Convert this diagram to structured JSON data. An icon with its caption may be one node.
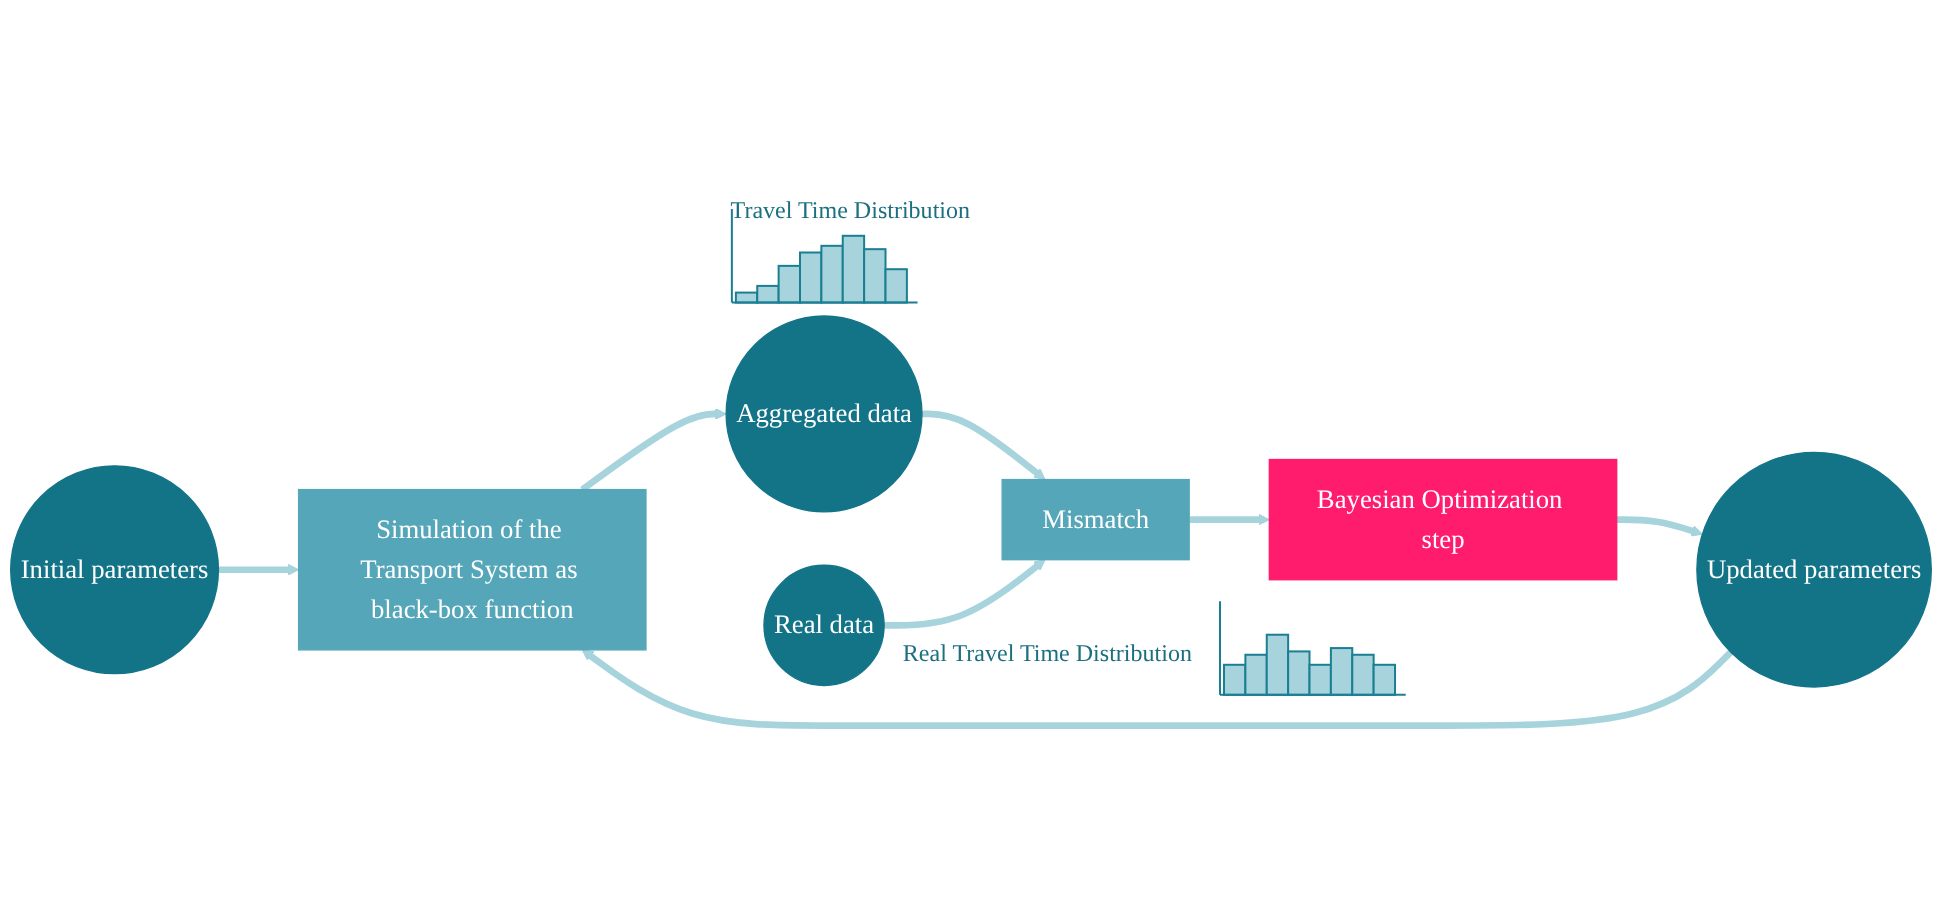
{
  "diagram": {
    "nodes": [
      {
        "text": [
          "Initial parameters"
        ]
      },
      {
        "text": [
          "Simulation of the Transport System as black-box function"
        ]
      },
      {
        "text": [
          "Aggregated data"
        ],
        "beside": [
          "Travel Time Distribution"
        ]
      },
      {
        "text": [
          "Updated parameters"
        ]
      },
      {
        "text": [
          "Bayesian Optimization step"
        ]
      },
      {
        "text": [
          "Mismatch"
        ]
      },
      {
        "text": [
          "Real data"
        ],
        "beside": [
          "Real Travel Time Distribution"
        ]
      }
    ],
    "edges": [
      {
        "from": 0,
        "to": 1,
        "arrow": "to"
      },
      {
        "from": 3,
        "to": 1,
        "arrow": "to"
      },
      {
        "from": 1,
        "to": 2,
        "arrow": "to"
      },
      {
        "from": 2,
        "to": 5,
        "arrow": "to"
      },
      {
        "from": 6,
        "to": 5,
        "arrow": "to"
      },
      {
        "from": 5,
        "to": 4,
        "arrow": "to"
      },
      {
        "from": 4,
        "to": 3,
        "arrow": "to"
      }
    ]
  }
}
